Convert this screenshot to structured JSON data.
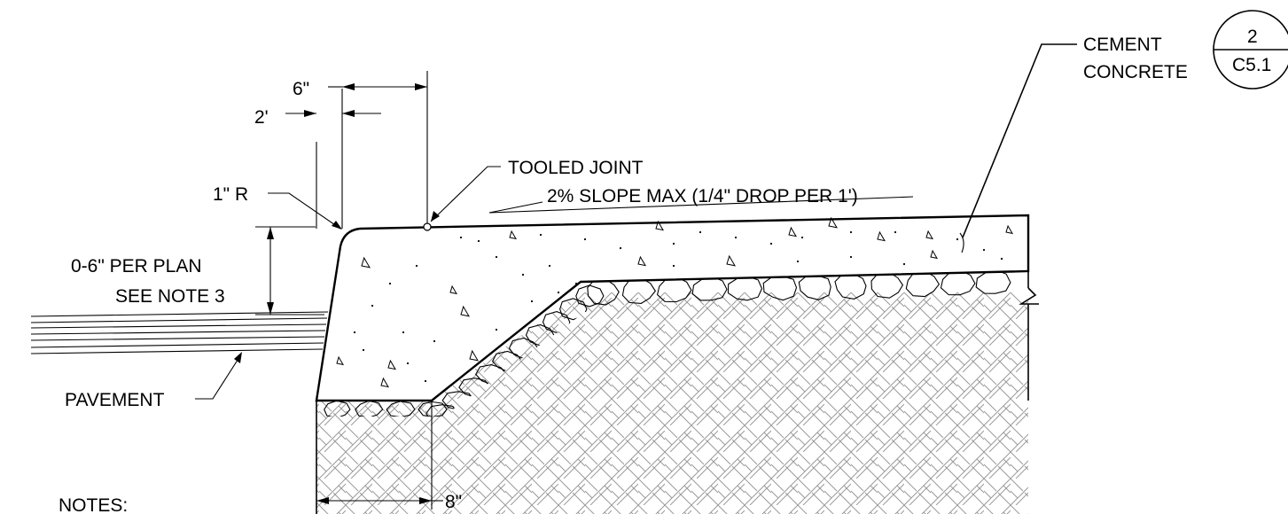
{
  "labels": {
    "cement_line1": "CEMENT",
    "cement_line2": "CONCRETE",
    "detail_number": "2",
    "detail_sheet": "C5.1",
    "dim_6in": "6\"",
    "dim_2ft": "2'",
    "tooled_joint": "TOOLED JOINT",
    "slope": "2% SLOPE MAX (1/4\" DROP PER 1')",
    "radius": "1\" R",
    "depth_line1": "0-6\" PER PLAN",
    "depth_line2": "SEE NOTE 3",
    "pavement": "PAVEMENT",
    "dim_8in": "8\"",
    "notes_heading": "NOTES:"
  }
}
